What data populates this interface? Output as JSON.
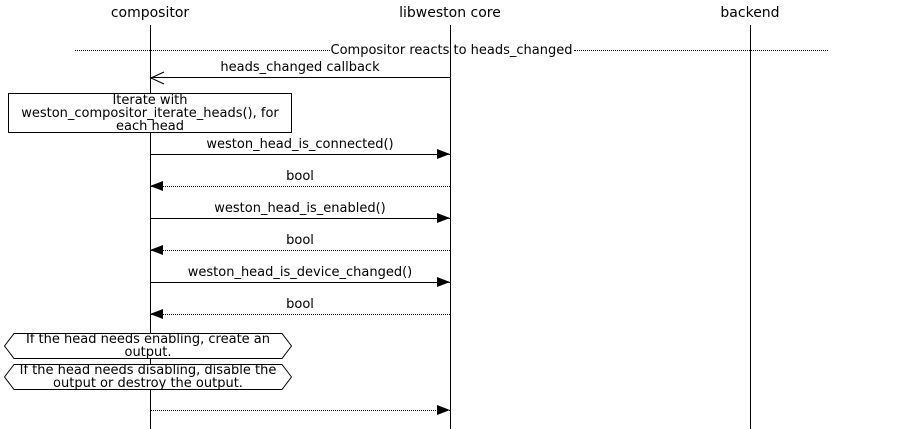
{
  "colors": {
    "foreground": "#000000",
    "background": "#ffffff"
  },
  "participants": [
    {
      "label": "compositor"
    },
    {
      "label": "libweston core"
    },
    {
      "label": "backend"
    }
  ],
  "divider": {
    "label": "Compositor reacts to heads_changed"
  },
  "messages": [
    {
      "label": "heads_changed callback",
      "from": "libweston core",
      "to": "compositor",
      "line": "solid",
      "arrowhead": "open"
    },
    {
      "label": "weston_head_is_connected()",
      "from": "compositor",
      "to": "libweston core",
      "line": "solid",
      "arrowhead": "filled"
    },
    {
      "label": "bool",
      "from": "libweston core",
      "to": "compositor",
      "line": "dotted",
      "arrowhead": "filled"
    },
    {
      "label": "weston_head_is_enabled()",
      "from": "compositor",
      "to": "libweston core",
      "line": "solid",
      "arrowhead": "filled"
    },
    {
      "label": "bool",
      "from": "libweston core",
      "to": "compositor",
      "line": "dotted",
      "arrowhead": "filled"
    },
    {
      "label": "weston_head_is_device_changed()",
      "from": "compositor",
      "to": "libweston core",
      "line": "solid",
      "arrowhead": "filled"
    },
    {
      "label": "bool",
      "from": "libweston core",
      "to": "compositor",
      "line": "dotted",
      "arrowhead": "filled"
    },
    {
      "label": "",
      "from": "compositor",
      "to": "libweston core",
      "line": "dotted",
      "arrowhead": "filled"
    }
  ],
  "notes": [
    {
      "shape": "rect",
      "lines": [
        "Iterate with",
        "weston_compositor_iterate_heads(), for",
        "each head"
      ]
    },
    {
      "shape": "hexagon",
      "lines": [
        "If the head needs enabling, create an",
        "output."
      ]
    },
    {
      "shape": "hexagon",
      "lines": [
        "If the head needs disabling, disable the",
        "output or destroy the output."
      ]
    }
  ]
}
